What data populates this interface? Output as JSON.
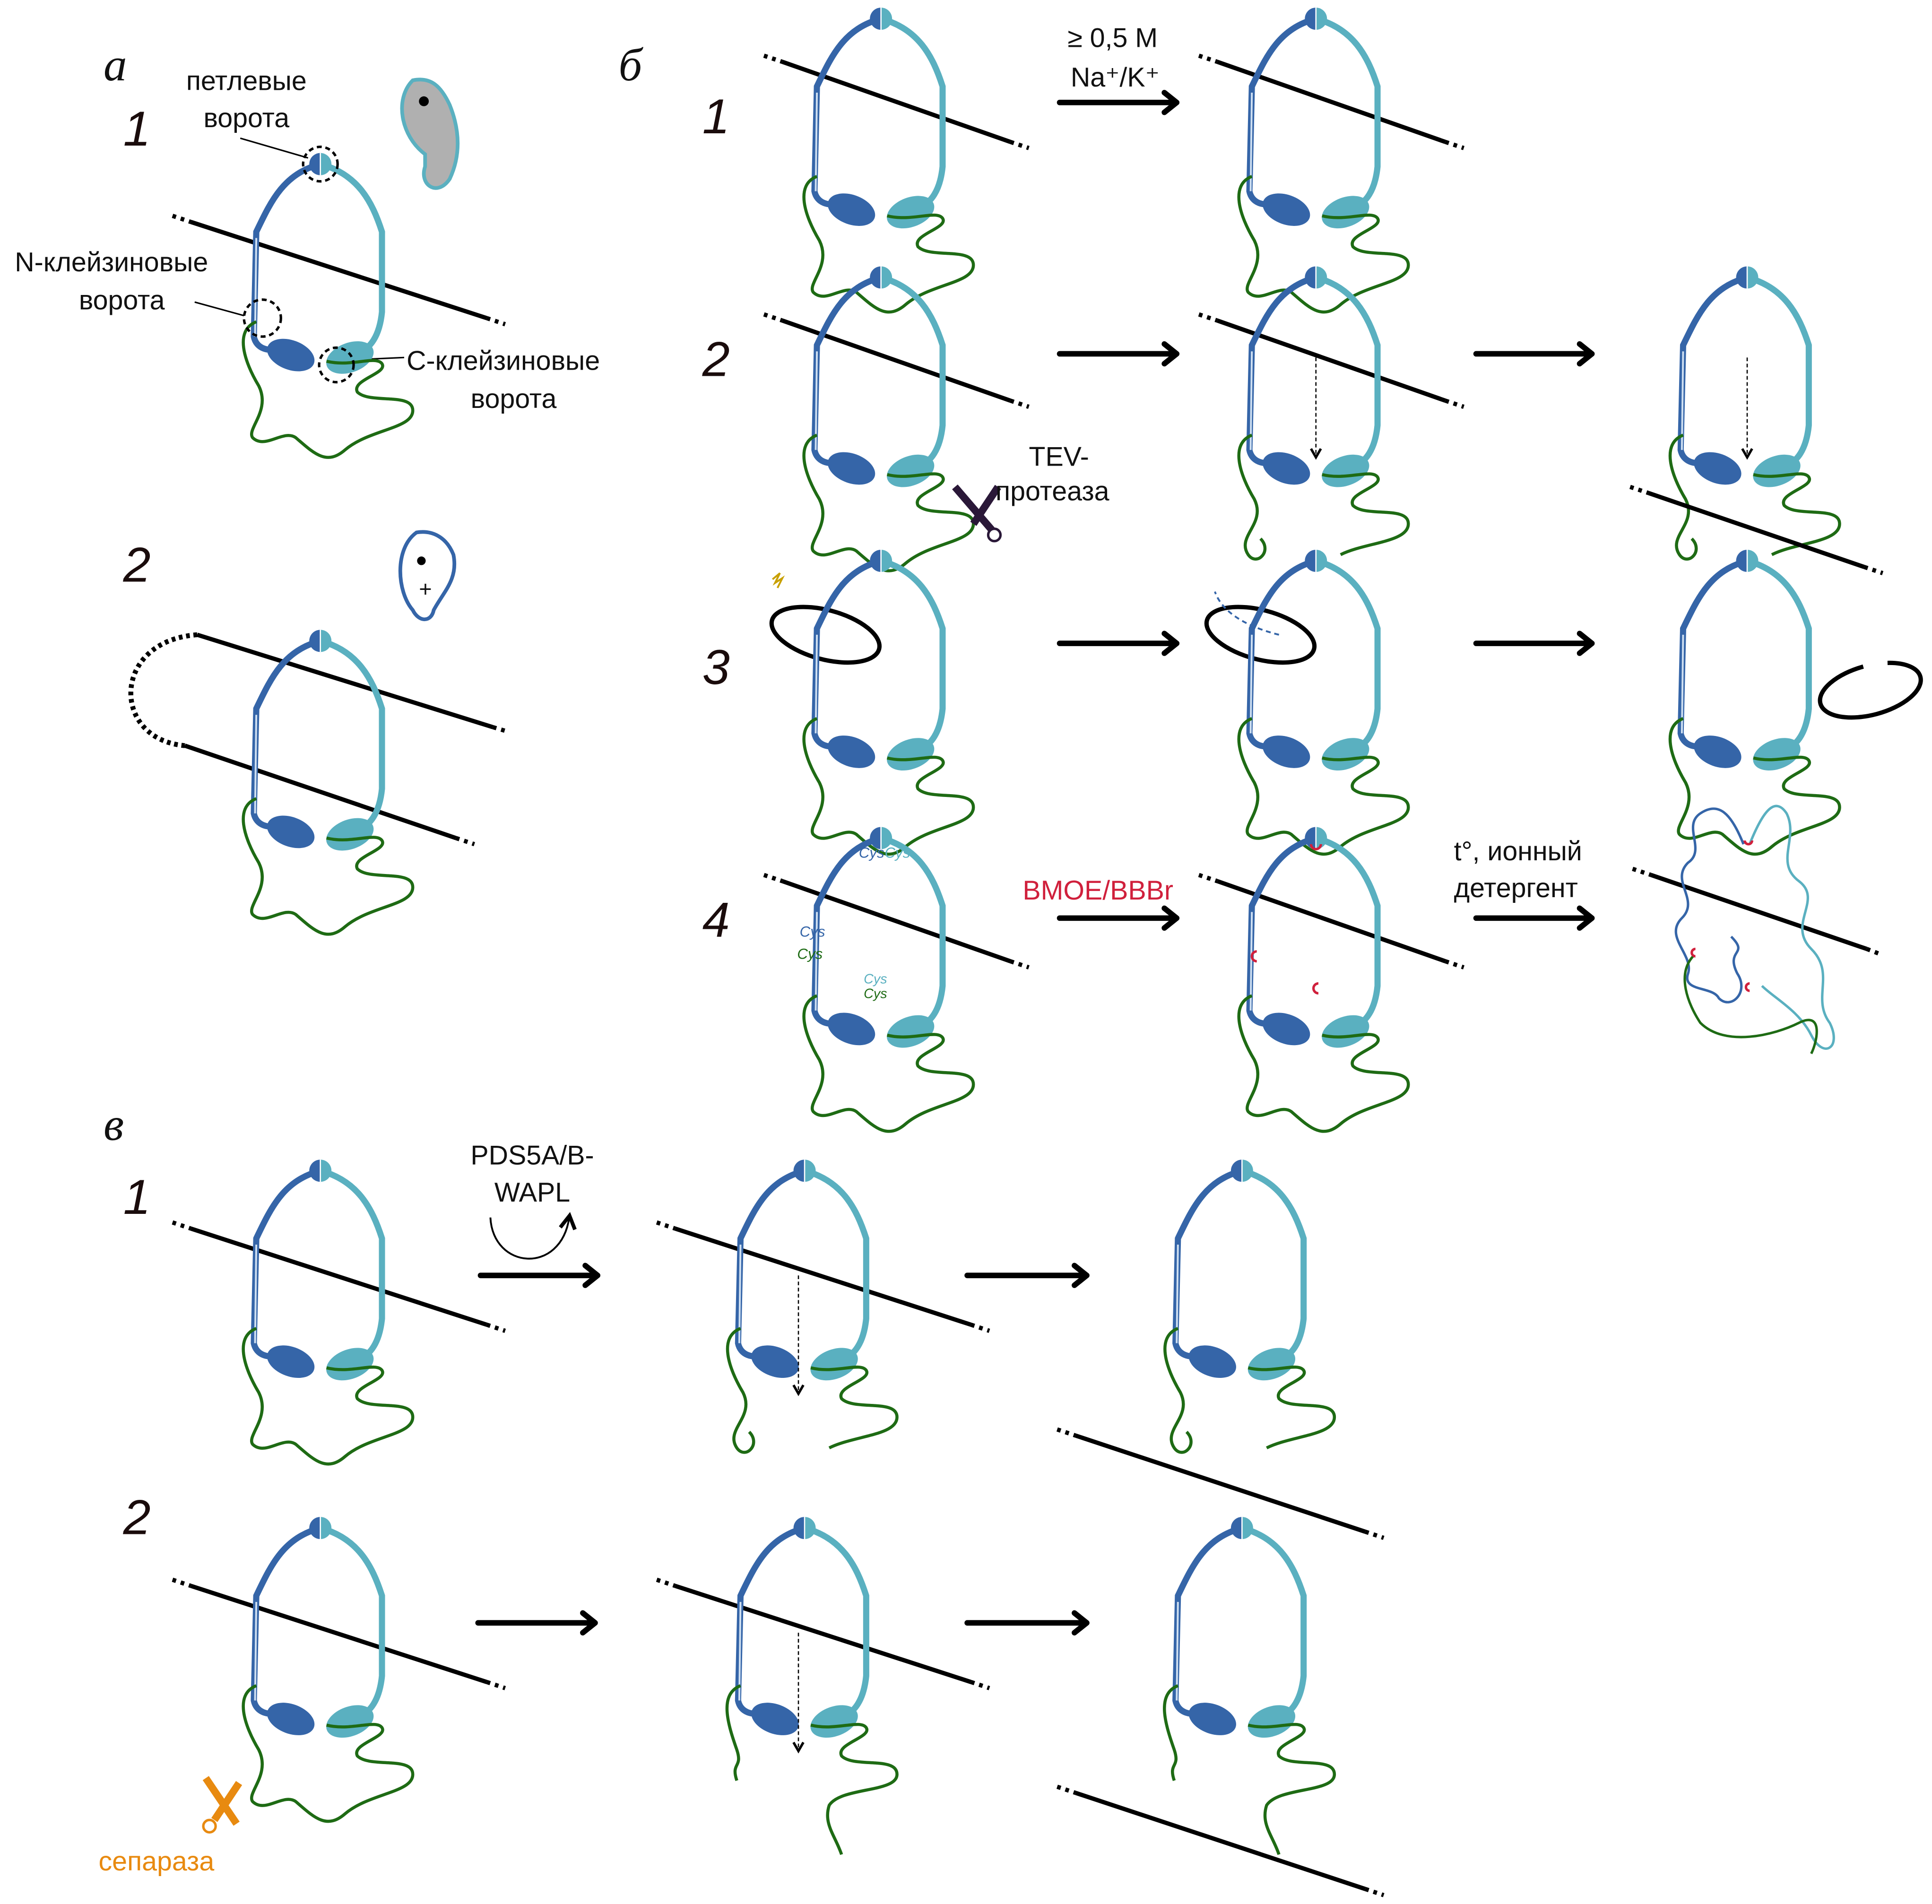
{
  "colors": {
    "smc1": "#3565a8",
    "smc3": "#5ab0c0",
    "kleisin": "#1e6b14",
    "crosslink": "#d0203c",
    "separase": "#e88a10",
    "tev": "#2a1838"
  },
  "panel_a": {
    "letter": "а",
    "row1": "1",
    "row2": "2",
    "hinge_label_1": "петлевые",
    "hinge_label_2": "ворота",
    "n_label_1": "N-клейзиновые",
    "n_label_2": "ворота",
    "c_label_1": "С-клейзиновые",
    "c_label_2": "ворота"
  },
  "panel_b": {
    "letter": "б",
    "rows": [
      "1",
      "2",
      "3",
      "4"
    ],
    "salt_1": "≥ 0,5 М",
    "salt_2": "Na⁺/K⁺",
    "tev_1": "TEV-",
    "tev_2": "протеаза",
    "bmoe": "BMOE/BBBr",
    "denat_1": "t°, ионный",
    "denat_2": "детергент",
    "cys": "Cys"
  },
  "panel_c": {
    "letter": "в",
    "rows": [
      "1",
      "2"
    ],
    "wapl_1": "PDS5A/B-",
    "wapl_2": "WAPL",
    "separase": "сепараза"
  }
}
